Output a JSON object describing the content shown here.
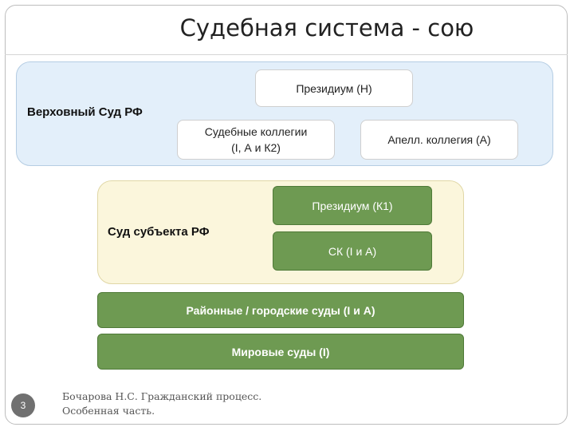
{
  "slide": {
    "title": "Судебная система - сою",
    "page_number": "3",
    "footer": {
      "line1": "Бочарова Н.С. Гражданский процесс.",
      "line2": "Особенная часть."
    }
  },
  "diagram": {
    "supreme_court": {
      "label": "Верховный Суд РФ",
      "presidium": "Президиум (Н)",
      "judicial_collegia_line1": "Судебные коллегии",
      "judicial_collegia_line2": "(I, А и К2)",
      "appeal_collegium": "Апелл. коллегия (А)"
    },
    "subject_court": {
      "label": "Суд субъекта РФ",
      "presidium": "Президиум (К1)",
      "sk": "СК (I и А)"
    },
    "district_courts": "Районные / городские суды (I и А)",
    "magistrate_courts": "Мировые суды (I)"
  },
  "colors": {
    "top_region": "#e3effa",
    "mid_region": "#fbf6dc",
    "green_box": "#6e9a52"
  }
}
